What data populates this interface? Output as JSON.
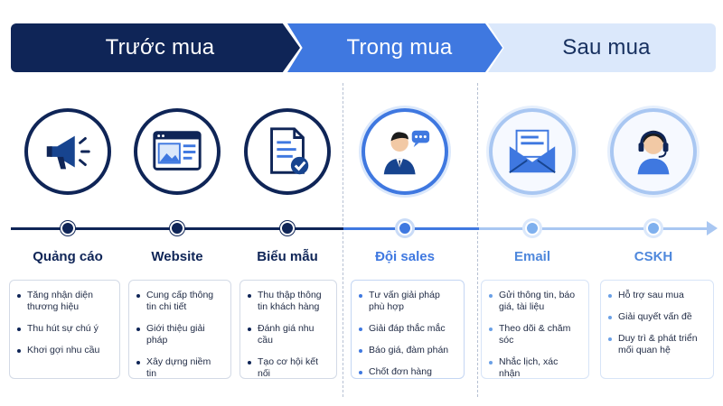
{
  "phases": [
    {
      "label": "Trước mua"
    },
    {
      "label": "Trong mua"
    },
    {
      "label": "Sau mua"
    }
  ],
  "stages": [
    {
      "label": "Quảng cáo",
      "icon": "megaphone-icon",
      "items": [
        "Tăng nhận diện thương hiệu",
        "Thu hút sự chú ý",
        "Khơi gợi nhu cầu"
      ]
    },
    {
      "label": "Website",
      "icon": "website-icon",
      "items": [
        "Cung cấp thông tin chi tiết",
        "Giới thiệu giải pháp",
        "Xây dựng niềm tin"
      ]
    },
    {
      "label": "Biểu mẫu",
      "icon": "form-icon",
      "items": [
        "Thu thập thông tin khách hàng",
        "Đánh giá nhu cầu",
        "Tạo cơ hội kết nối"
      ]
    },
    {
      "label": "Đội sales",
      "icon": "salesperson-icon",
      "items": [
        "Tư vấn giải pháp phù hợp",
        "Giải đáp thắc mắc",
        "Báo giá, đàm phán",
        "Chốt đơn hàng"
      ]
    },
    {
      "label": "Email",
      "icon": "email-icon",
      "items": [
        "Gửi thông tin, báo giá, tài liệu",
        "Theo dõi & chăm sóc",
        "Nhắc lịch, xác nhận"
      ]
    },
    {
      "label": "CSKH",
      "icon": "support-agent-icon",
      "items": [
        "Hỗ trợ sau mua",
        "Giải quyết vấn đề",
        "Duy trì & phát triển mối quan hệ"
      ]
    }
  ],
  "colors": {
    "before": "#0f2557",
    "during": "#3f78e0",
    "after": "#a9c7f2"
  }
}
